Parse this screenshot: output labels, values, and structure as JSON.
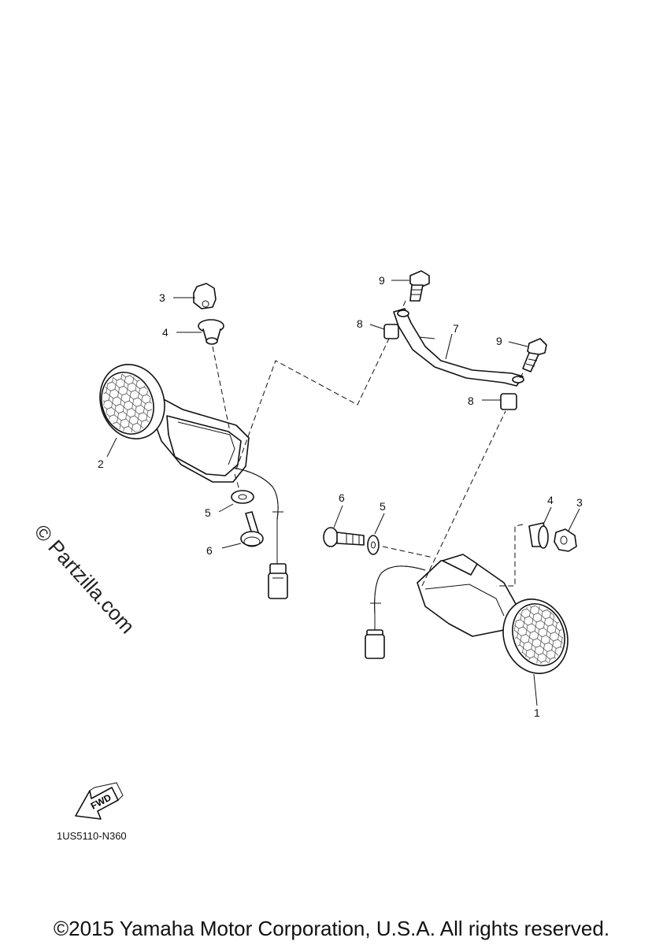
{
  "callouts": {
    "c1": "1",
    "c2": "2",
    "c3a": "3",
    "c3b": "3",
    "c4a": "4",
    "c4b": "4",
    "c5a": "5",
    "c5b": "5",
    "c6a": "6",
    "c6b": "6",
    "c7": "7",
    "c8a": "8",
    "c8b": "8",
    "c9a": "9",
    "c9b": "9"
  },
  "fwd_label": "FWD",
  "diagram_code": "1US5110-N360",
  "watermark": "© Partzilla.com",
  "copyright": "©2015 Yamaha Motor Corporation, U.S.A. All rights reserved."
}
